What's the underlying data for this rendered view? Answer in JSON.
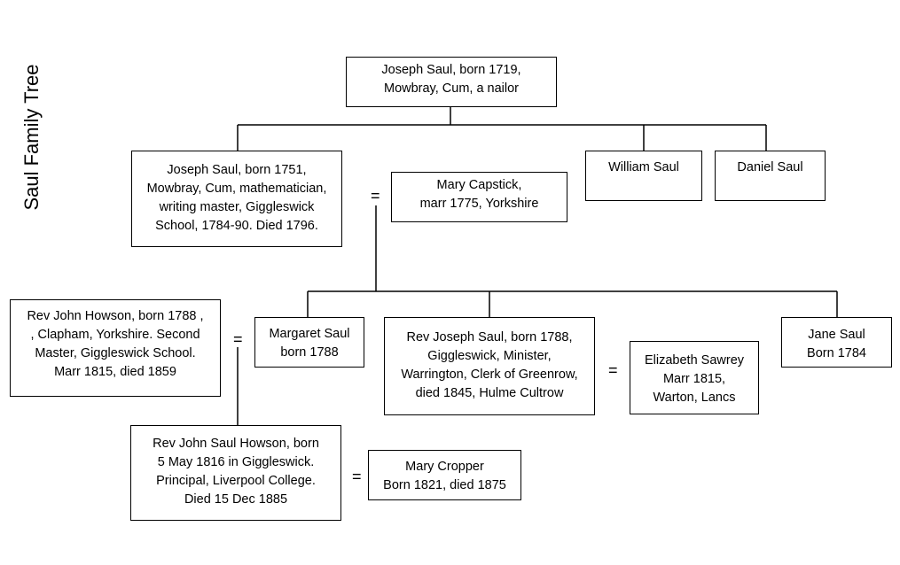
{
  "title": "Saul Family Tree",
  "equals_sign": "=",
  "people": {
    "joseph_1719": [
      "Joseph Saul, born 1719,",
      "Mowbray, Cum, a nailor"
    ],
    "joseph_1751": [
      "Joseph Saul, born 1751,",
      "Mowbray, Cum, mathematician,",
      "writing master, Giggleswick",
      "School, 1784-90. Died 1796."
    ],
    "william": [
      "William Saul"
    ],
    "daniel": [
      "Daniel Saul"
    ],
    "mary_capstick": [
      "Mary Capstick,",
      "marr 1775, Yorkshire"
    ],
    "john_howson": [
      "Rev John Howson, born 1788 ,",
      ", Clapham, Yorkshire. Second",
      "Master, Giggleswick School.",
      "Marr 1815, died 1859"
    ],
    "margaret": [
      "Margaret Saul",
      "born 1788"
    ],
    "joseph_1788": [
      "Rev Joseph Saul, born 1788,",
      "Giggleswick, Minister,",
      "Warrington, Clerk of Greenrow,",
      "died 1845, Hulme Cultrow"
    ],
    "elizabeth": [
      "Elizabeth Sawrey",
      "Marr 1815,",
      "Warton, Lancs"
    ],
    "jane": [
      "Jane Saul",
      "Born 1784"
    ],
    "john_saul_howson": [
      "Rev John Saul Howson, born",
      "5 May 1816 in Giggleswick.",
      "Principal, Liverpool College.",
      "Died 15 Dec 1885"
    ],
    "mary_cropper": [
      "Mary Cropper",
      "Born 1821, died 1875"
    ]
  }
}
